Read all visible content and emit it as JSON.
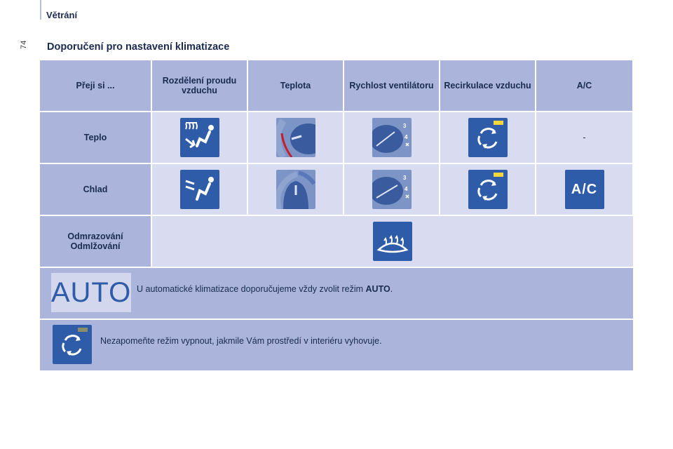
{
  "header": {
    "section_title": "Větrání",
    "page_number": "74"
  },
  "heading": "Doporučení pro nastavení klimatizace",
  "table": {
    "columns": [
      "Přeji si ...",
      "Rozdělení proudu vzduchu",
      "Teplota",
      "Rychlost ventilátoru",
      "Recirkulace vzduchu",
      "A/C"
    ],
    "rows": [
      {
        "label": "Teplo",
        "ac": "-"
      },
      {
        "label": "Chlad",
        "ac_icon_text": "A/C"
      },
      {
        "label": "Odmrazování Odmlžování"
      }
    ]
  },
  "auto_row": {
    "badge": "AUTO",
    "text": "U automatické klimatizace doporučujeme vždy zvolit režim ",
    "bold": "AUTO",
    "tail": "."
  },
  "recirc_row": {
    "text": "Nezapomeňte režim vypnout, jakmile Vám prostředí v interiéru vyhovuje."
  },
  "icons": {
    "distribution_warm": "feet-and-face-airflow-icon",
    "distribution_cold": "face-airflow-icon",
    "temperature": "temperature-dial-icon",
    "fan": "fan-speed-dial-icon",
    "recirculation": "recirculation-icon",
    "defrost": "windscreen-defrost-icon"
  },
  "colors": {
    "tile_blue": "#2f5ca8",
    "header_bg": "#abb5db",
    "cell_bg": "#d9dcf0",
    "accent_red": "#c81e2a",
    "indicator_yellow": "#f2d63a"
  }
}
